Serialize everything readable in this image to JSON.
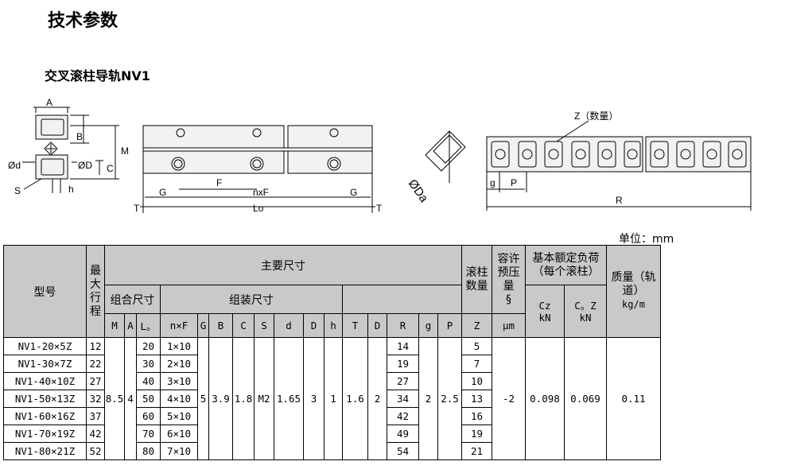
{
  "page": {
    "title": "技术参数",
    "subtitle": "交叉滚柱导轨NV1",
    "unit_label": "单位：mm"
  },
  "drawing": {
    "labels": {
      "A": "A",
      "B": "B",
      "M": "M",
      "C": "C",
      "phi_d": "Ød",
      "phi_D": "ØD",
      "S": "S",
      "h": "h",
      "F": "F",
      "nxF": "nxF",
      "G_left": "G",
      "G_right": "G",
      "T_left": "T",
      "T_right": "T",
      "Lo": "Lo",
      "phi_Da": "ØDa",
      "Z_qty": "Z（数量）",
      "g": "g",
      "P": "P",
      "R": "R"
    }
  },
  "table": {
    "headers": {
      "model": "型号",
      "max_stroke": "最大行程",
      "main_dims": "主要尺寸",
      "combo_dims": "组合尺寸",
      "assembly_dims": "组装尺寸",
      "roller_count": "滚柱数量",
      "preload": "容许预压量",
      "preload_symbol": "§",
      "preload_unit": "μm",
      "load_rating": "基本额定负荷（每个滚柱）",
      "mass": "质量（轨道）",
      "mass_unit": "kg/m",
      "M": "M",
      "A": "A",
      "Lo": "L。",
      "nF": "n×F",
      "G": "G",
      "B": "B",
      "C": "C",
      "S": "S",
      "d": "d",
      "D": "D",
      "h": "h",
      "T": "T",
      "Da": "D",
      "R": "R",
      "g": "g",
      "P": "P",
      "Z": "Z",
      "Cz": "Cz",
      "Cz_unit": "kN",
      "Coz": "C。Z",
      "Coz_unit": "kN"
    },
    "rows": [
      {
        "model": "NV1-20×5Z",
        "stroke": "12",
        "lo": "20",
        "nf": "1×10",
        "r": "14",
        "z": "5"
      },
      {
        "model": "NV1-30×7Z",
        "stroke": "22",
        "lo": "30",
        "nf": "2×10",
        "r": "19",
        "z": "7"
      },
      {
        "model": "NV1-40×10Z",
        "stroke": "27",
        "lo": "40",
        "nf": "3×10",
        "r": "27",
        "z": "10"
      },
      {
        "model": "NV1-50×13Z",
        "stroke": "32",
        "lo": "50",
        "nf": "4×10",
        "r": "34",
        "z": "13"
      },
      {
        "model": "NV1-60×16Z",
        "stroke": "37",
        "lo": "60",
        "nf": "5×10",
        "r": "42",
        "z": "16"
      },
      {
        "model": "NV1-70×19Z",
        "stroke": "42",
        "lo": "70",
        "nf": "6×10",
        "r": "49",
        "z": "19"
      },
      {
        "model": "NV1-80×21Z",
        "stroke": "52",
        "lo": "80",
        "nf": "7×10",
        "r": "54",
        "z": "21"
      }
    ],
    "shared": {
      "M": "8.5",
      "A": "4",
      "G": "5",
      "B": "3.9",
      "C": "1.8",
      "S": "M2",
      "d": "1.65",
      "D": "3",
      "h": "1",
      "T": "1.6",
      "Da": "2",
      "g": "2",
      "P": "2.5",
      "preload": "-2",
      "Cz": "0.098",
      "Coz": "0.069",
      "mass": "0.11"
    }
  }
}
